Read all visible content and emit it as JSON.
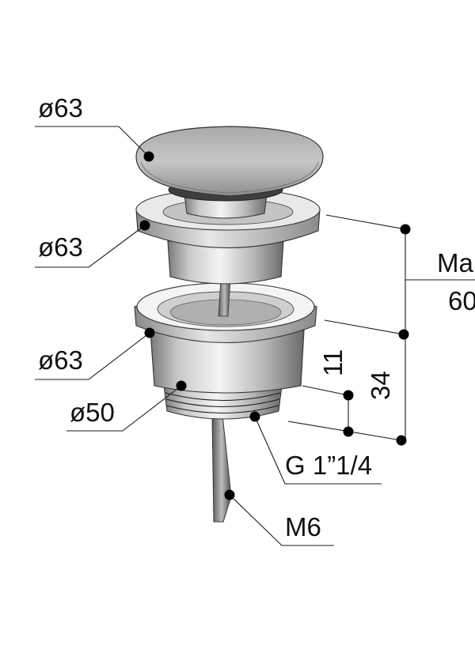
{
  "labels": {
    "cap_diameter": "ø63",
    "flange_diameter": "ø63",
    "body_diameter": "ø63",
    "thread_diameter": "ø50",
    "thread_size": "G 1”1/4",
    "rod_thread": "M6",
    "max_height_line1": "Ma",
    "max_height_line2": "60",
    "dim_thread_length": "11",
    "dim_body_height": "34"
  },
  "colors": {
    "metal_light": "#f2f2f2",
    "metal_mid": "#bdbdbd",
    "metal_dark": "#6e6e6e",
    "line": "#1a1a1a"
  }
}
